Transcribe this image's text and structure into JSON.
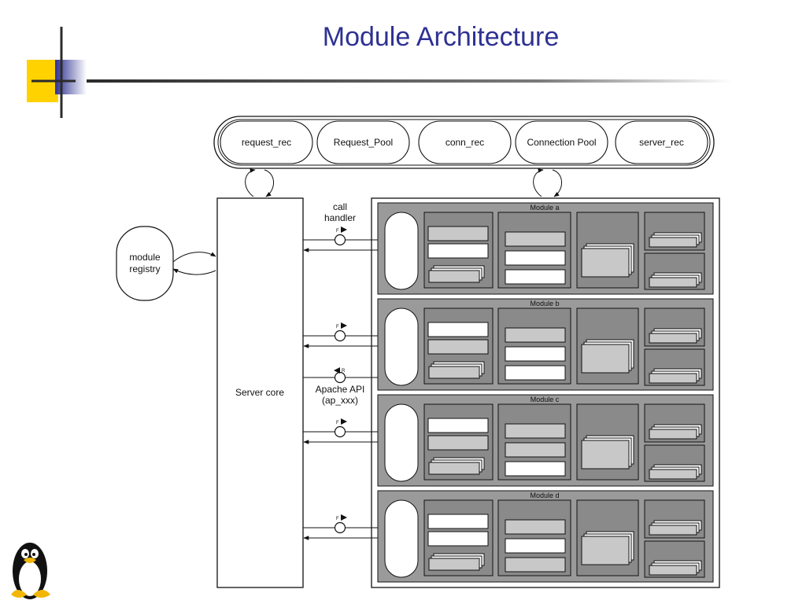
{
  "slide": {
    "title": "Module Architecture",
    "colors": {
      "title": "#2e3192",
      "accent_yellow": "#ffd200",
      "accent_blue": "#2e3192"
    },
    "icons": [
      "tux-penguin-logo"
    ]
  },
  "diagram": {
    "pools": [
      "request_rec",
      "Request_Pool",
      "conn_rec",
      "Connection Pool",
      "server_rec"
    ],
    "module_registry": [
      "module",
      "registry"
    ],
    "server_core": "Server core",
    "call_handler": [
      "call",
      "handler"
    ],
    "apache_api": [
      "Apache API",
      "(ap_xxx)"
    ],
    "marker_forward": "F",
    "marker_return": "R",
    "modules": [
      "Module a",
      "Module b",
      "Module c",
      "Module d"
    ]
  }
}
